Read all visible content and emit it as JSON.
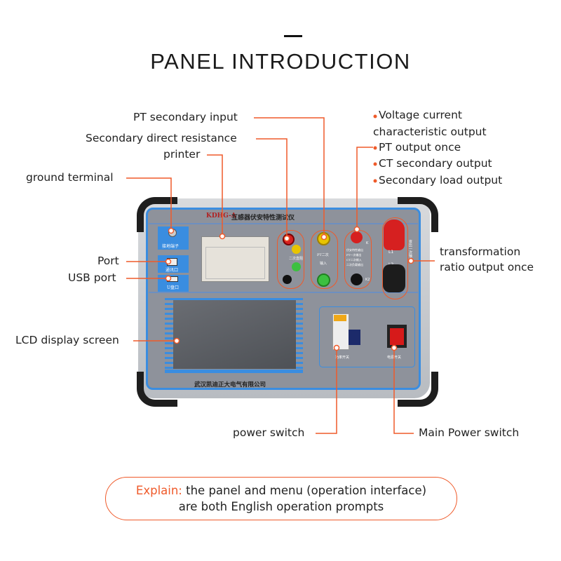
{
  "title": "PANEL INTRODUCTION",
  "accent_color": "#ef5a2a",
  "callouts": {
    "pt_secondary_input": "PT secondary input",
    "secondary_direct_resistance": "Secondary direct resistance",
    "printer": "printer",
    "ground_terminal": "ground terminal",
    "port": "Port",
    "usb_port": "USB port",
    "lcd": "LCD display screen",
    "power_switch": "power switch",
    "main_power_switch": "Main Power switch",
    "transformation_ratio": [
      "transformation",
      "ratio output once"
    ],
    "outputs": [
      "Voltage current",
      "characteristic output",
      "PT output once",
      "CT secondary output",
      "Secondary load output"
    ]
  },
  "device": {
    "model": "KDHG-A",
    "name": "互感器伏安特性测试仪",
    "ground_label": "接地端子",
    "port_label": "通讯口",
    "usb_label": "U盘口",
    "resistance_label": "二次直阻",
    "pt_input_label": [
      "PT二次",
      "输入"
    ],
    "k_label": "K",
    "k2_label": "K2",
    "output_labels": [
      "伏安特性输出",
      "PT一次输出",
      "CT二次输入",
      "二次负载输出"
    ],
    "l1": "L1",
    "l2": "L2",
    "ratio_label": "变比一次输出",
    "breaker_label": "功率开关",
    "power_label": "电源开关",
    "company": "武汉凯迪正大电气有限公司"
  },
  "note": {
    "prefix": "Explain:",
    "line1": "the panel and menu (operation interface)",
    "line2": "are both English operation prompts"
  }
}
